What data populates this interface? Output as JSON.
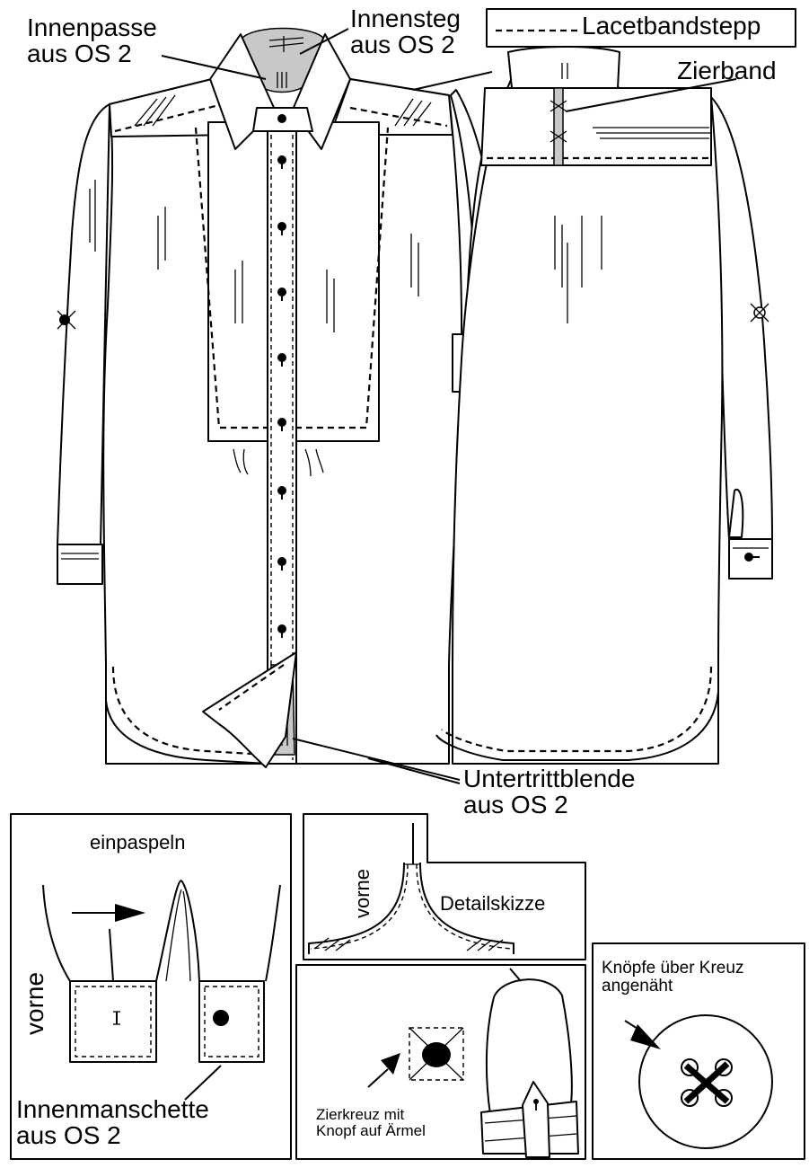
{
  "labels": {
    "innenpasse": [
      "Innenpasse",
      "aus OS 2"
    ],
    "innensteg": [
      "Innensteg",
      "aus OS 2"
    ],
    "legend": "Lacetbandstepp",
    "zierband": "Zierband",
    "untertrittblende": [
      "Untertrittblende",
      "aus OS 2"
    ],
    "einpaspeln": "einpaspeln",
    "vorne_cuff": "vorne",
    "innenmanschette": [
      "Innenmanschette",
      "aus OS 2"
    ],
    "vorne_detail": "vorne",
    "detailskizze": "Detailskizze",
    "zierkreuz": [
      "Zierkreuz mit",
      "Knopf auf Ärmel"
    ],
    "knoepfe": [
      "Knöpfe über Kreuz",
      "angenäht"
    ]
  },
  "colors": {
    "line": "#000000",
    "fill": "#ffffff",
    "accent_fill": "#c8c8c8"
  }
}
